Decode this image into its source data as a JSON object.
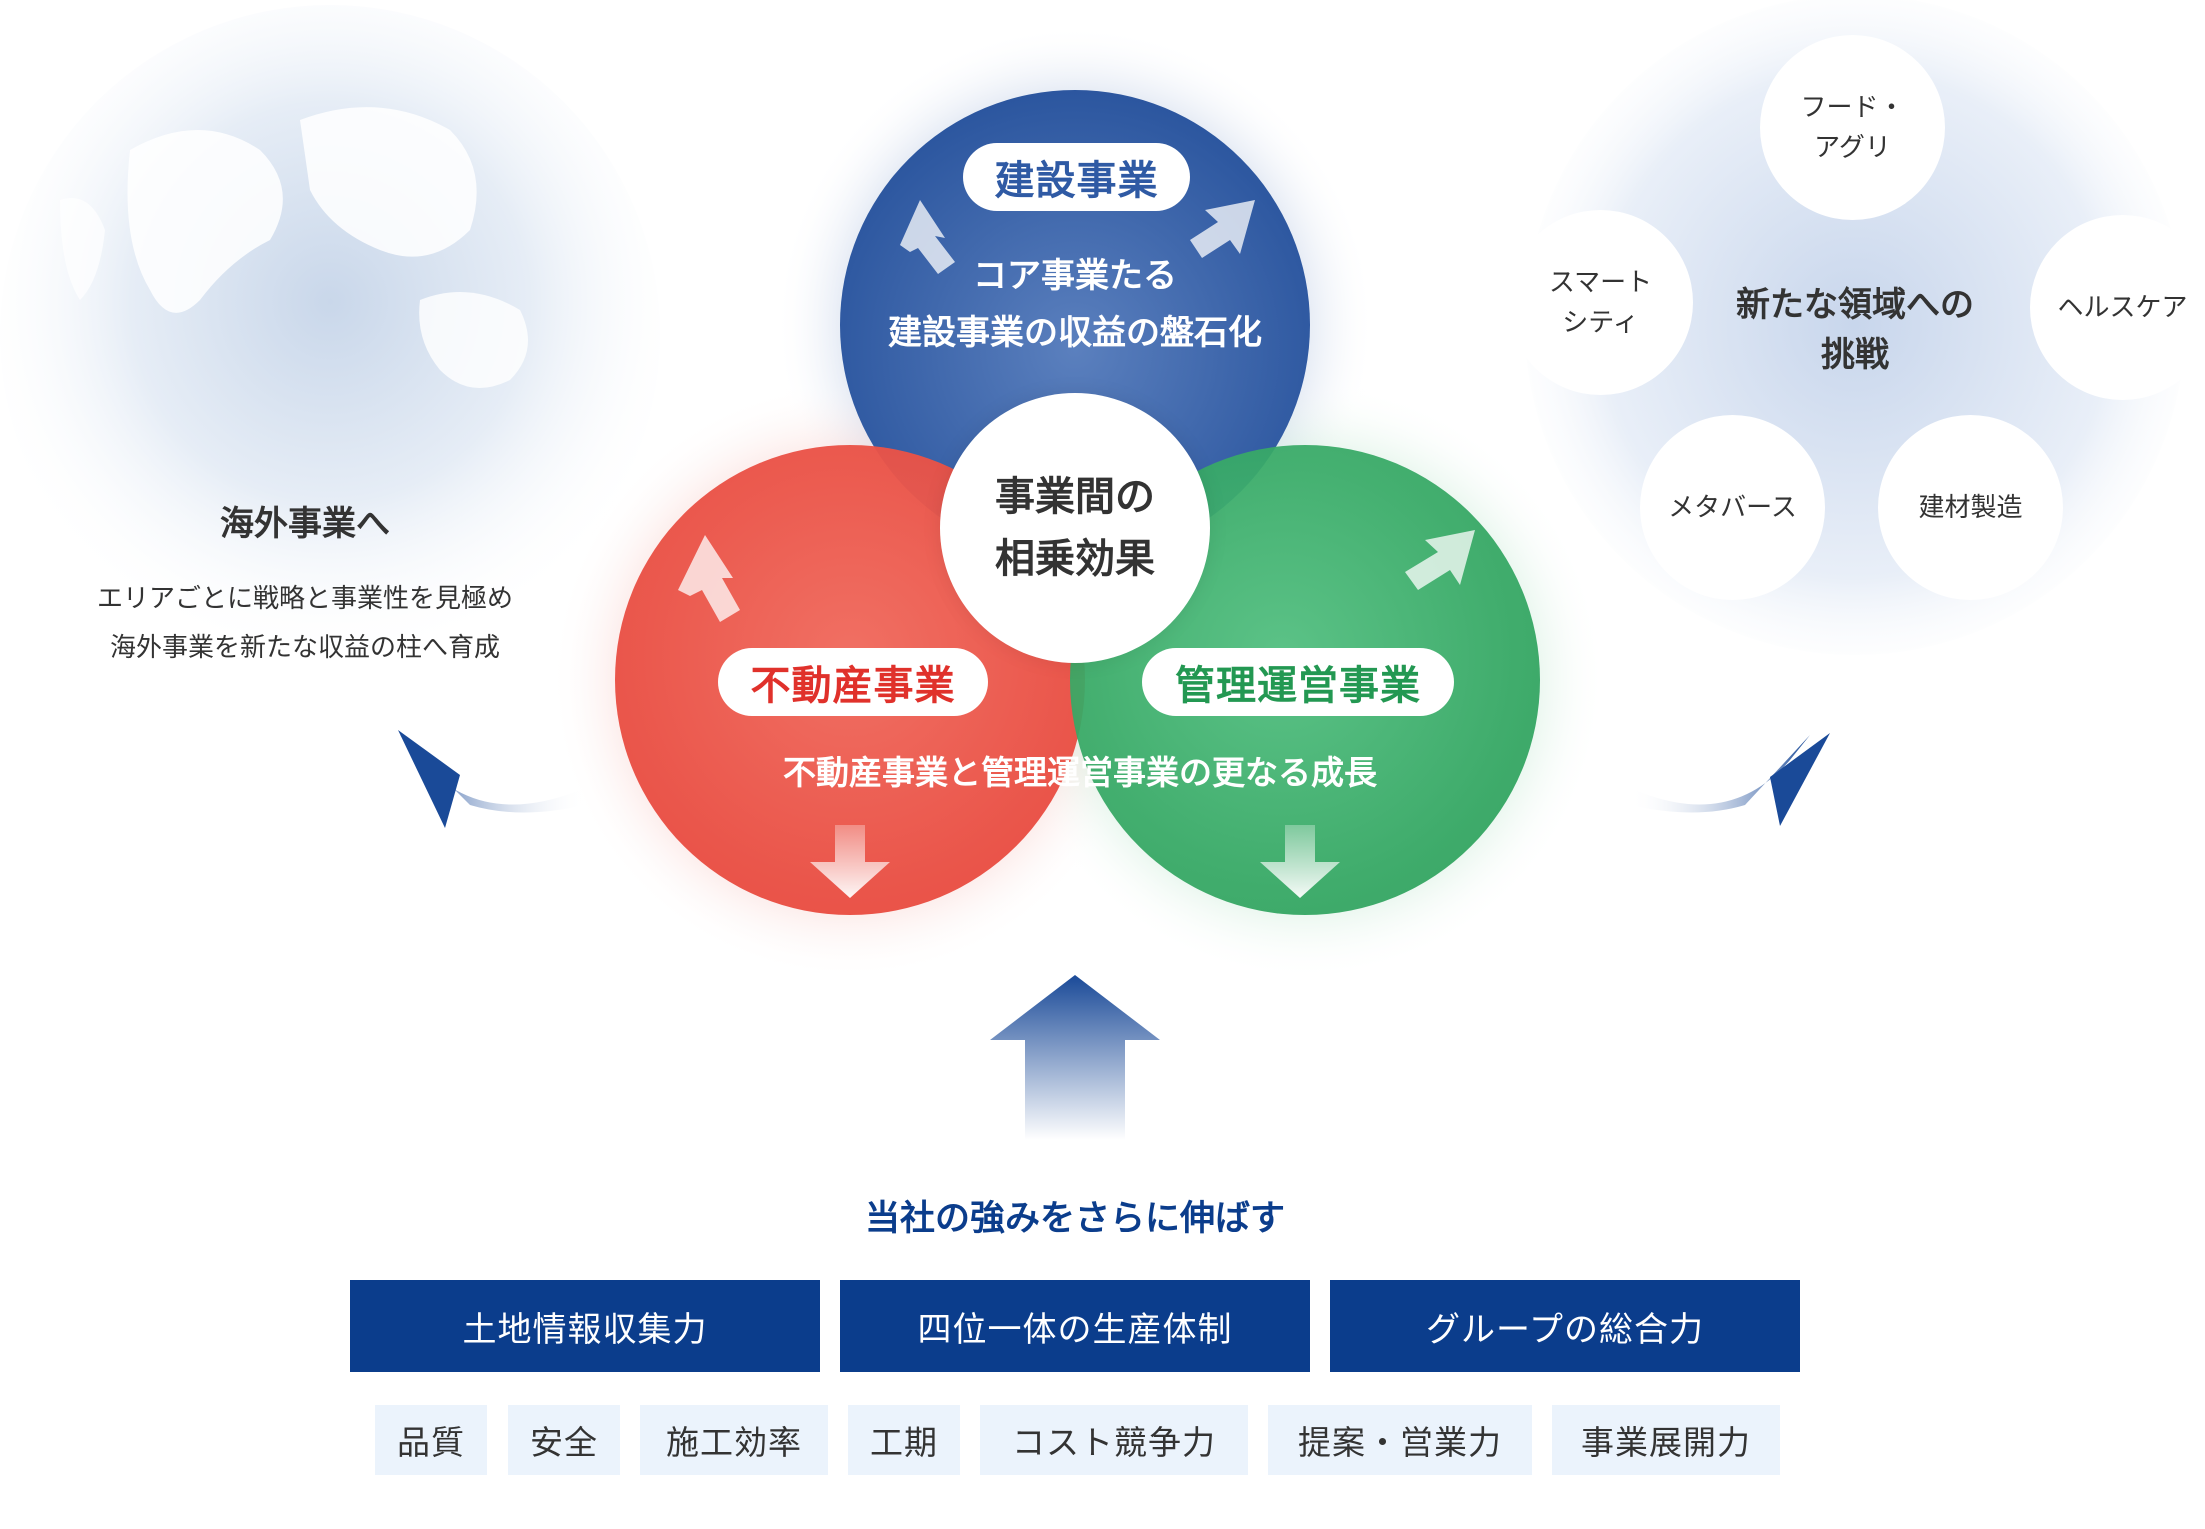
{
  "colors": {
    "navy": "#0b3d8c",
    "construction": "#2f5aa4",
    "realestate": "#e8443a",
    "management": "#2fa35e",
    "element_bg": "#ebf3fc"
  },
  "overseas": {
    "title": "海外事業へ",
    "desc_line1": "エリアごとに戦略と事業性を見極め",
    "desc_line2": "海外事業を新たな収益の柱へ育成"
  },
  "construction": {
    "label": "建設事業",
    "desc_line1": "コア事業たる",
    "desc_line2": "建設事業の収益の盤石化"
  },
  "synergy": {
    "line1": "事業間の",
    "line2": "相乗効果"
  },
  "realestate": {
    "label": "不動産事業"
  },
  "management": {
    "label": "管理運営事業"
  },
  "growth_desc": "不動産事業と管理運営事業の更なる成長",
  "new_fields": {
    "title_line1": "新たな領域への",
    "title_line2": "挑戦",
    "food_line1": "フード・",
    "food_line2": "アグリ",
    "health": "ヘルスケア",
    "smart_line1": "スマート",
    "smart_line2": "シティ",
    "metaverse": "メタバース",
    "materials": "建材製造"
  },
  "strengths": {
    "title": "当社の強みをさらに伸ばす",
    "items": [
      "土地情報収集力",
      "四位一体の生産体制",
      "グループの総合力"
    ]
  },
  "elements": [
    "品質",
    "安全",
    "施工効率",
    "工期",
    "コスト競争力",
    "提案・営業力",
    "事業展開力"
  ]
}
